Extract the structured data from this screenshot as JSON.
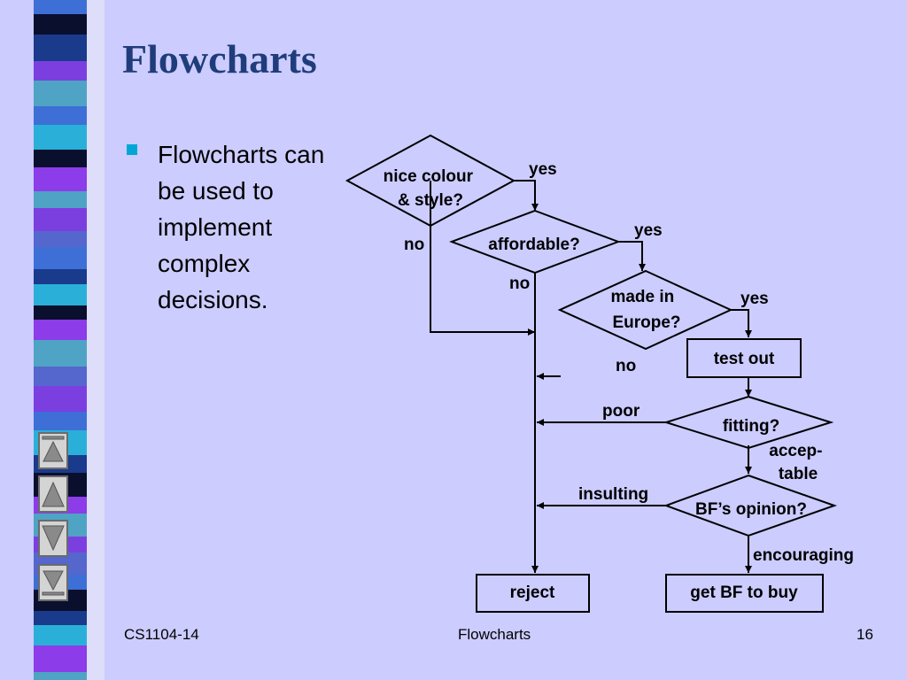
{
  "slide": {
    "title": "Flowcharts",
    "bullet_text": "Flowcharts can be used to implement complex decisions."
  },
  "colors": {
    "background": "#ccccff",
    "title": "#1f3d7a",
    "bullet": "#00a7d6",
    "stripe": [
      "#3d6fd6",
      "#7b3fe0",
      "#4fa3c4",
      "#0a0f2e",
      "#1a3a8c",
      "#8c3ce8",
      "#2ab0d8",
      "#5566cc"
    ]
  },
  "nav_buttons": [
    {
      "name": "first-slide-icon"
    },
    {
      "name": "previous-slide-icon"
    },
    {
      "name": "next-slide-icon"
    },
    {
      "name": "last-slide-icon"
    }
  ],
  "flowchart": {
    "decisions": {
      "colour_style": [
        "nice colour",
        "& style?"
      ],
      "affordable": [
        "affordable?"
      ],
      "made_in_europe": [
        "made in",
        "Europe?"
      ],
      "fitting": [
        "fitting?"
      ],
      "bf_opinion": [
        "BF’s opinion?"
      ]
    },
    "processes": {
      "test_out": "test out",
      "reject": "reject",
      "get_bf_to_buy": "get BF to buy"
    },
    "edge_labels": {
      "yes_1": "yes",
      "no_1": "no",
      "yes_2": "yes",
      "no_2": "no",
      "yes_3": "yes",
      "no_3": "no",
      "poor": "poor",
      "acceptable": [
        "accep-",
        "table"
      ],
      "insulting": "insulting",
      "encouraging": "encouraging"
    }
  },
  "footer": {
    "left": "CS1104-14",
    "center": "Flowcharts",
    "right": "16"
  }
}
